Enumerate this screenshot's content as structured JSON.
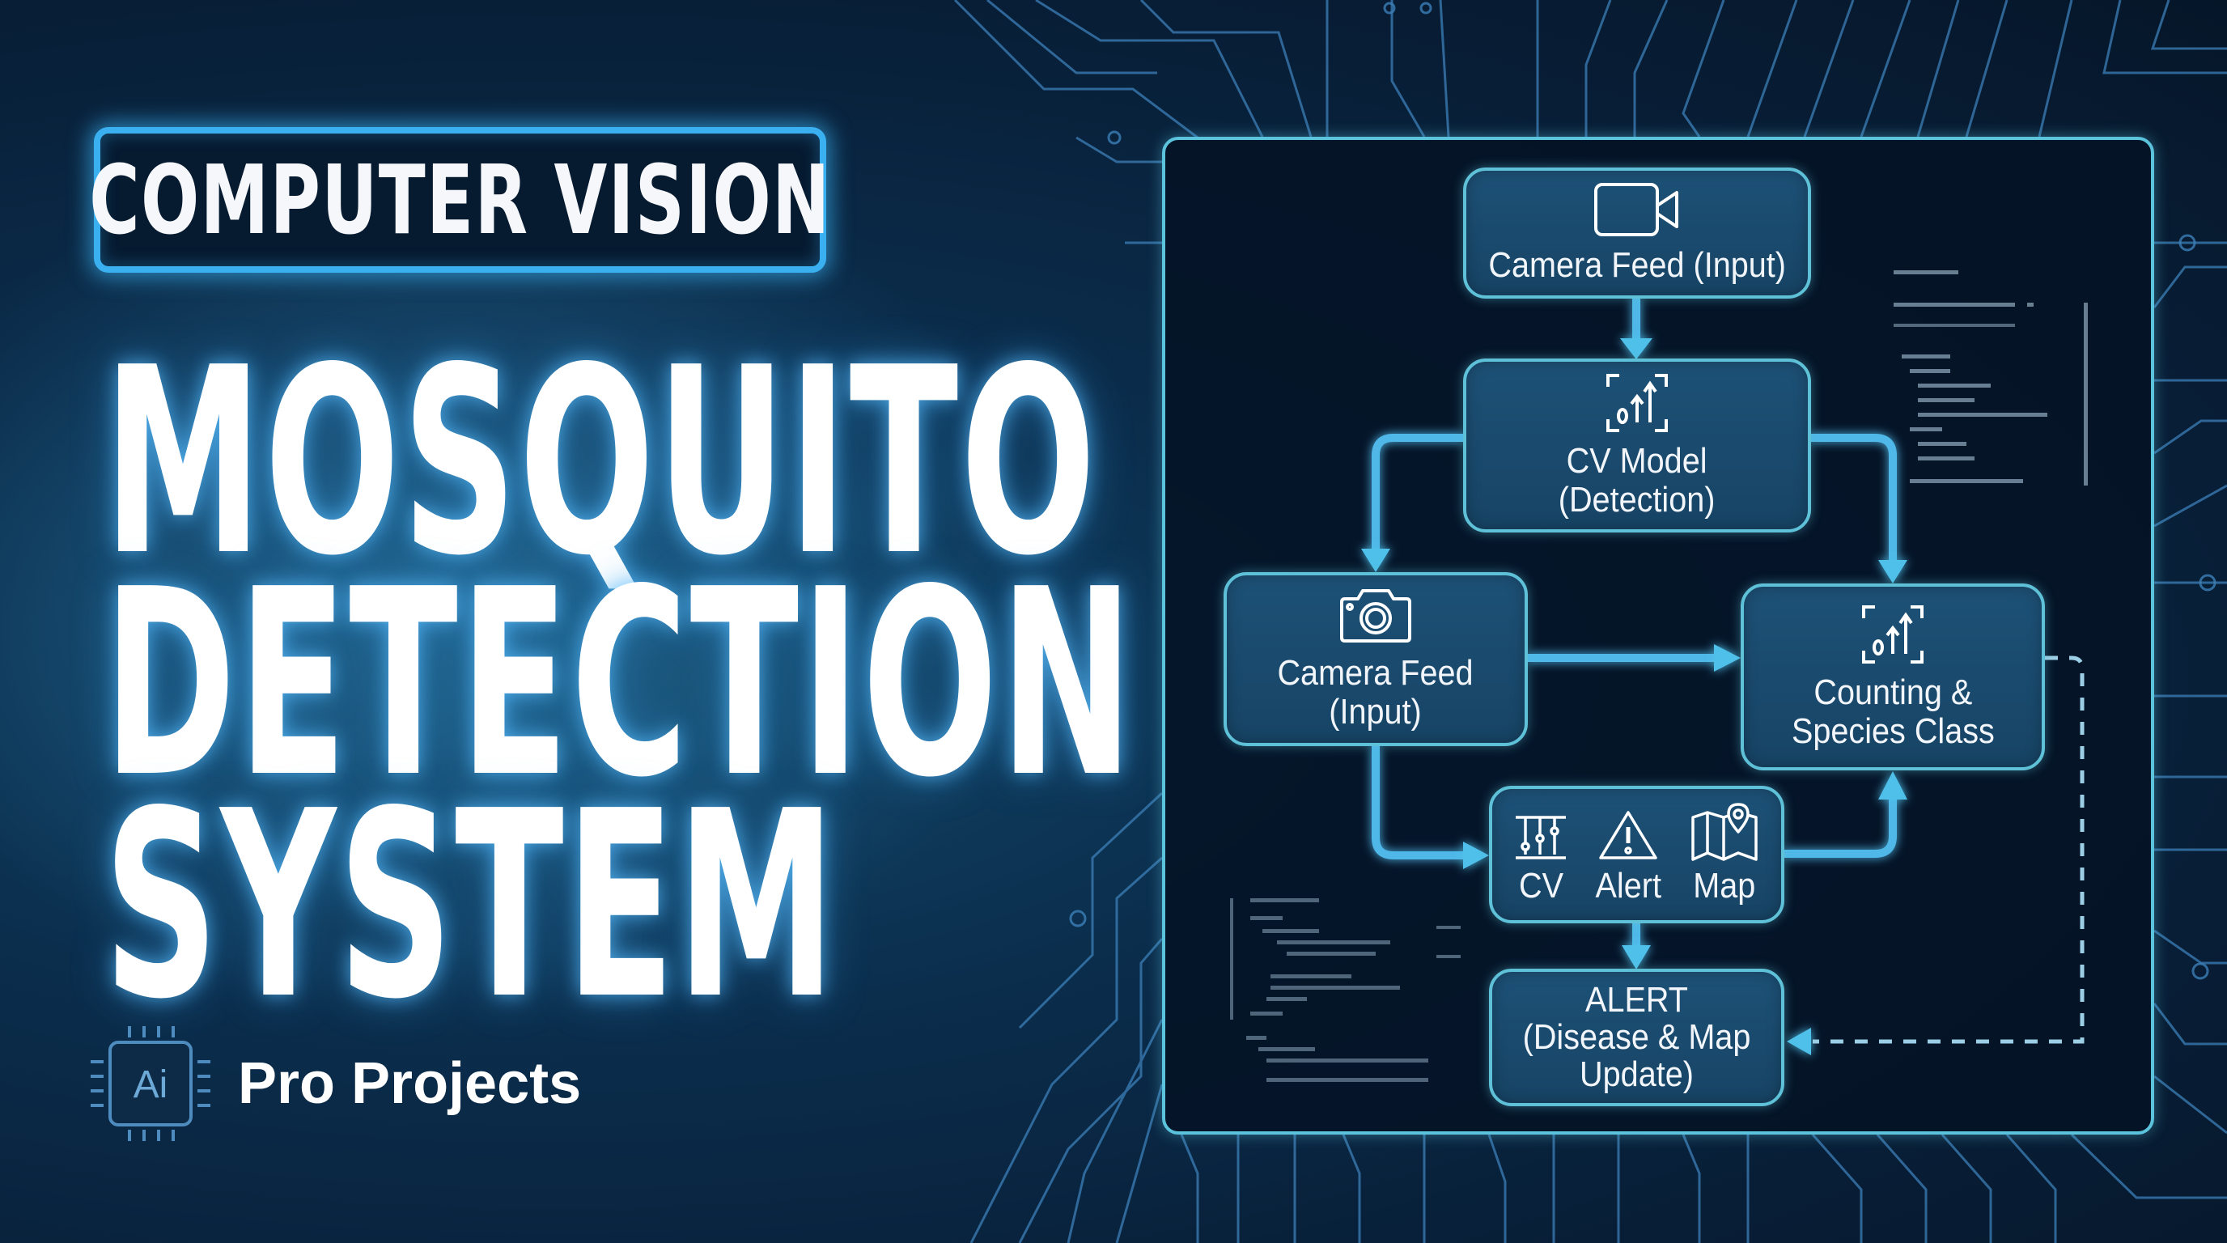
{
  "colors": {
    "background": "#081f38",
    "accent": "#3ab0f0",
    "connector": "#4fb8e8",
    "node_fill": "#1b4b6e",
    "node_border": "#5ec1d8",
    "text": "#ffffff"
  },
  "header": {
    "badge": "COMPUTER VISION",
    "title_lines": [
      "MOSQUITO",
      "DETECTION",
      "SYSTEM"
    ]
  },
  "brand": {
    "chip_label": "Ai",
    "chip_icon": "ai-chip-icon",
    "name": "Pro Projects"
  },
  "diagram": {
    "nodes": [
      {
        "id": "camera-feed-top",
        "icon": "video-camera-icon",
        "label": "Camera Feed (Input)"
      },
      {
        "id": "cv-model",
        "icon": "detection-chart-icon",
        "label": "CV Model\n(Detection)"
      },
      {
        "id": "camera-feed-left",
        "icon": "photo-camera-icon",
        "label": "Camera Feed\n(Input)"
      },
      {
        "id": "counting",
        "icon": "detection-chart-icon",
        "label": "Counting &\nSpecies Class"
      },
      {
        "id": "tools",
        "items": [
          {
            "icon": "sliders-icon",
            "label": "CV"
          },
          {
            "icon": "warning-triangle-icon",
            "label": "Alert"
          },
          {
            "icon": "map-pin-icon",
            "label": "Map"
          }
        ]
      },
      {
        "id": "alert",
        "label": "ALERT\n(Disease & Map\nUpdate)"
      }
    ],
    "edges": [
      {
        "from": "camera-feed-top",
        "to": "cv-model",
        "style": "solid"
      },
      {
        "from": "cv-model",
        "to": "camera-feed-left",
        "style": "solid"
      },
      {
        "from": "cv-model",
        "to": "counting",
        "style": "solid"
      },
      {
        "from": "camera-feed-left",
        "to": "counting",
        "style": "solid"
      },
      {
        "from": "camera-feed-left",
        "to": "tools",
        "style": "solid"
      },
      {
        "from": "tools",
        "to": "counting",
        "style": "solid"
      },
      {
        "from": "tools",
        "to": "alert",
        "style": "solid"
      },
      {
        "from": "counting",
        "to": "alert",
        "style": "dashed"
      }
    ]
  }
}
